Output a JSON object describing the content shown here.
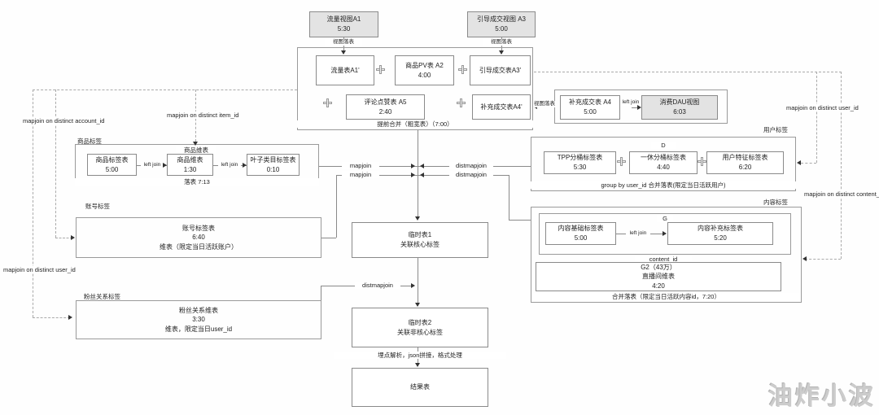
{
  "watermark": "油炸小波",
  "colors": {
    "node_gray": "#e3e3e3",
    "line": "#8a8a8a"
  },
  "top_views": {
    "flow_view": {
      "title": "流量视图A1",
      "time": "5:30"
    },
    "guide_view": {
      "title": "引导成交视图 A3",
      "time": "5:00"
    },
    "drop_left": "视图落表",
    "drop_right": "视图落表"
  },
  "merge_group": {
    "flow_table": "流量表A1'",
    "pv_table": {
      "title": "商品PV表 A2",
      "time": "4:00"
    },
    "guide_table": "引导成交表A3'",
    "comment_table": {
      "title": "评论点赞表 A5",
      "time": "2:40"
    },
    "supp_table": "补充成交表A4'",
    "caption": "提前合并（粗宽表）（7:00）"
  },
  "dau_group": {
    "supp_a4": {
      "title": "补充成交表 A4",
      "time": "5:00"
    },
    "join": "left join",
    "dau_view": {
      "title": "消费DAU视图",
      "time": "6:03"
    },
    "drop": "视图落表"
  },
  "product_group": {
    "title": "商品标签",
    "dim_label": "商品维表",
    "tag_table": {
      "title": "商品标签表",
      "time": "5:00"
    },
    "join1": "left join",
    "dim_table": {
      "title": "商品维表",
      "time": "1:30"
    },
    "join2": "left join",
    "leaf_table": {
      "title": "叶子类目标签表",
      "time": "0:10"
    },
    "caption": "落表 7:13"
  },
  "account_group": {
    "title": "账号标签",
    "name": "账号标签表",
    "time": "6:40",
    "note": "维表（限定当日活跃账户）"
  },
  "fans_group": {
    "title": "粉丝关系标签",
    "name": "粉丝关系维表",
    "time": "3:30",
    "note": "维表，限定当日user_id"
  },
  "user_group": {
    "title": "用户标签",
    "inner_label": "D",
    "tpp_table": {
      "title": "TPP分桶标签表",
      "time": "5:30"
    },
    "yixiu_table": {
      "title": "一休分桶标签表",
      "time": "4:40"
    },
    "feature_table": {
      "title": "用户特征标签表",
      "time": "6:20"
    },
    "caption": "group by user_id 合并落表(限定当日活跃用户)"
  },
  "content_group": {
    "title": "内容标签",
    "inner_label": "G",
    "base_table": {
      "title": "内容基础标签表",
      "time": "5:00"
    },
    "join": "left join",
    "supp_table": {
      "title": "内容补充标签表",
      "time": "5:20"
    },
    "content_id": "content_id",
    "live_table": {
      "line1": "G2（43万）",
      "line2": "直播间维表",
      "line3": "4:20"
    },
    "caption": "合并落表（限定当日活跃内容id，7:20）"
  },
  "center": {
    "temp1": {
      "line1": "临时表1",
      "line2": "关联核心标签"
    },
    "temp2": {
      "line1": "临时表2",
      "line2": "关联非核心标签"
    },
    "process": "埋点解析，json拼接，格式处理",
    "result": "结果表"
  },
  "joins": {
    "mapjoin_a": "mapjoin",
    "mapjoin_b": "mapjoin",
    "distmapjoin_a": "distmapjoin",
    "distmapjoin_b": "distmapjoin",
    "distmapjoin_c": "distmapjoin",
    "on_account": "mapjoin on distinct account_id",
    "on_item": "mapjoin on distinct item_id",
    "on_user_left": "mapjoin on distinct user_id",
    "on_user_right": "mapjoin on distinct user_id",
    "on_content": "mapjoin on distinct content_id"
  }
}
